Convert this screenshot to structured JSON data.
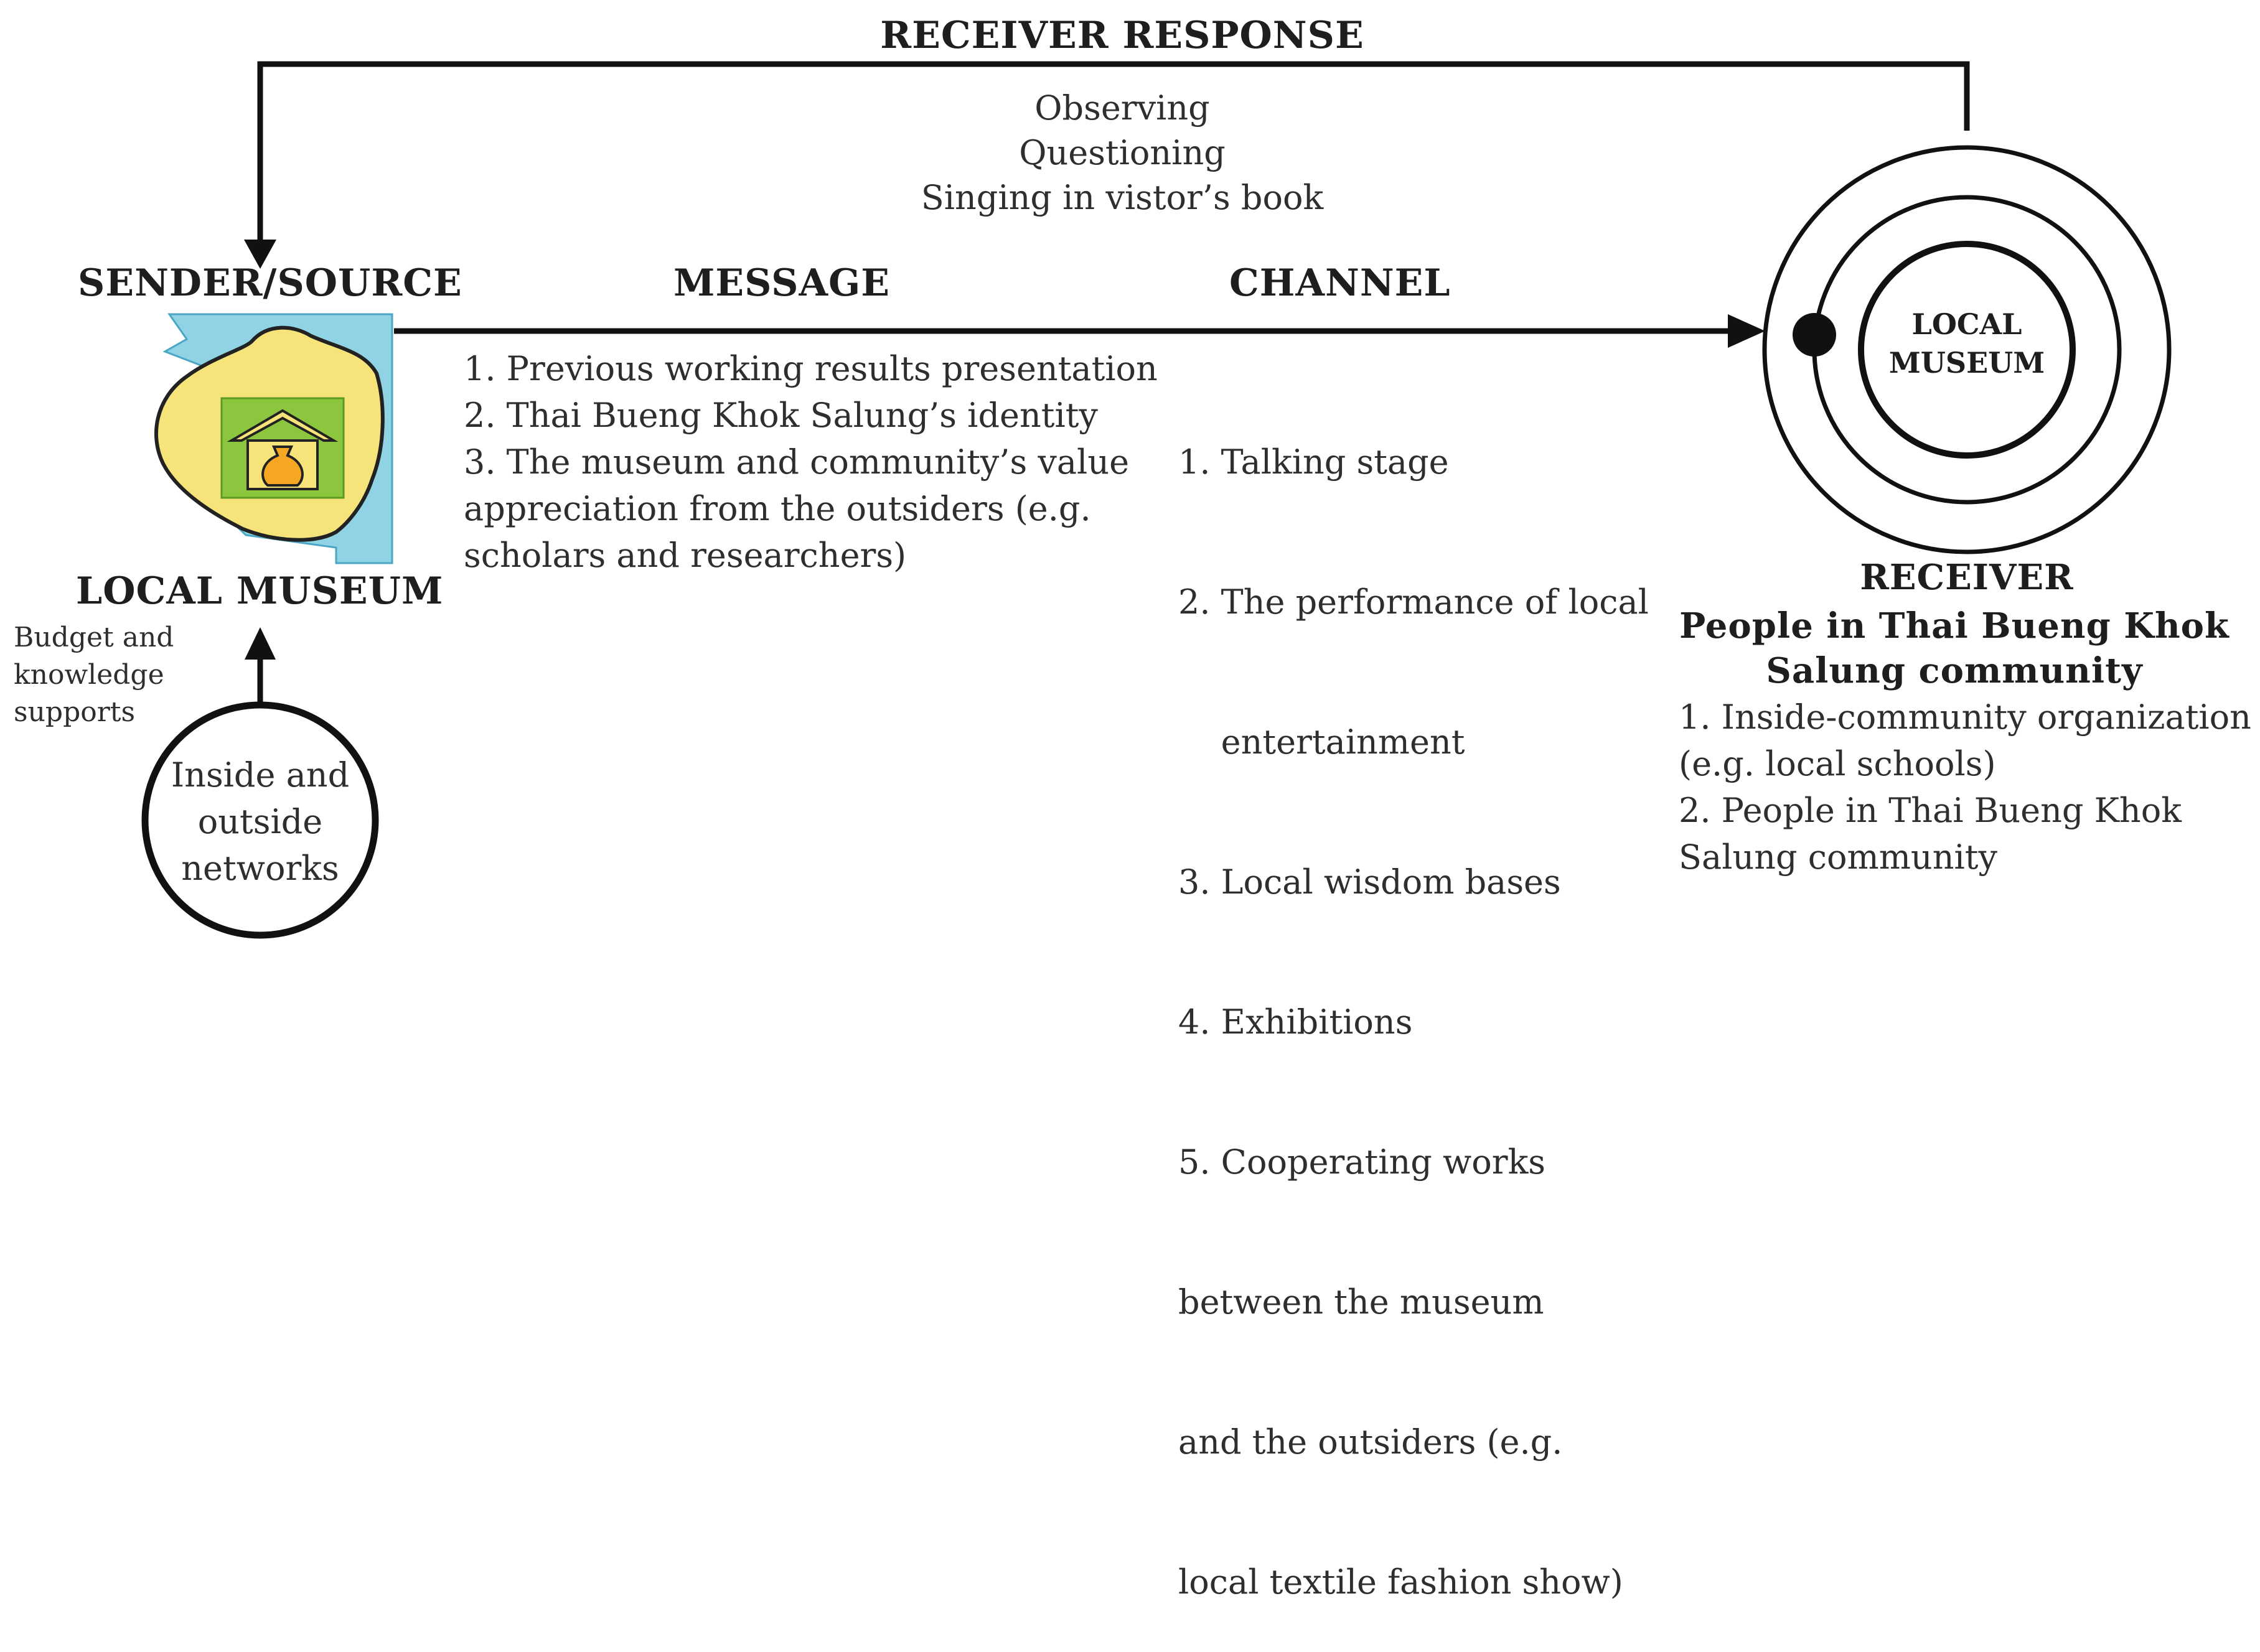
{
  "colors": {
    "line": "#111111",
    "map_blue": "#8fd3e4",
    "map_yellow": "#f6e47a",
    "house_green": "#8cc63f",
    "vase_orange": "#f5a623"
  },
  "icons": [
    "local-museum-map-icon",
    "house-icon",
    "vase-icon",
    "concentric-circles-icon"
  ],
  "receiver_response": {
    "title": "RECEIVER RESPONSE",
    "items": [
      "Observing",
      "Questioning",
      "Singing in vistor’s book"
    ]
  },
  "sender": {
    "title": "SENDER/SOURCE",
    "label": "LOCAL MUSEUM"
  },
  "message": {
    "title": "MESSAGE",
    "lines": [
      "1. Previous working results presentation",
      "2. Thai Bueng Khok Salung’s identity",
      "3. The museum and community’s value",
      "appreciation from the outsiders (e.g.",
      "scholars and researchers)"
    ]
  },
  "channel": {
    "title": "CHANNEL",
    "lines": [
      "1. Talking stage",
      "2. The performance of local",
      "    entertainment",
      "3. Local wisdom bases",
      "4. Exhibitions",
      "5. Cooperating works",
      "between the museum",
      "and the outsiders (e.g.",
      "local textile fashion show)"
    ]
  },
  "receiver": {
    "circle_label_line1": "LOCAL",
    "circle_label_line2": "MUSEUM",
    "title": "RECEIVER",
    "subtitle_line1": "People in Thai Bueng Khok",
    "subtitle_line2": "Salung community",
    "lines": [
      "1. Inside-community organization",
      "(e.g. local schools)",
      "2. People in Thai Bueng Khok",
      "Salung community"
    ]
  },
  "support": {
    "label_lines": [
      "Budget and",
      "knowledge",
      "supports"
    ],
    "network_lines": [
      "Inside and",
      "outside",
      "networks"
    ]
  }
}
